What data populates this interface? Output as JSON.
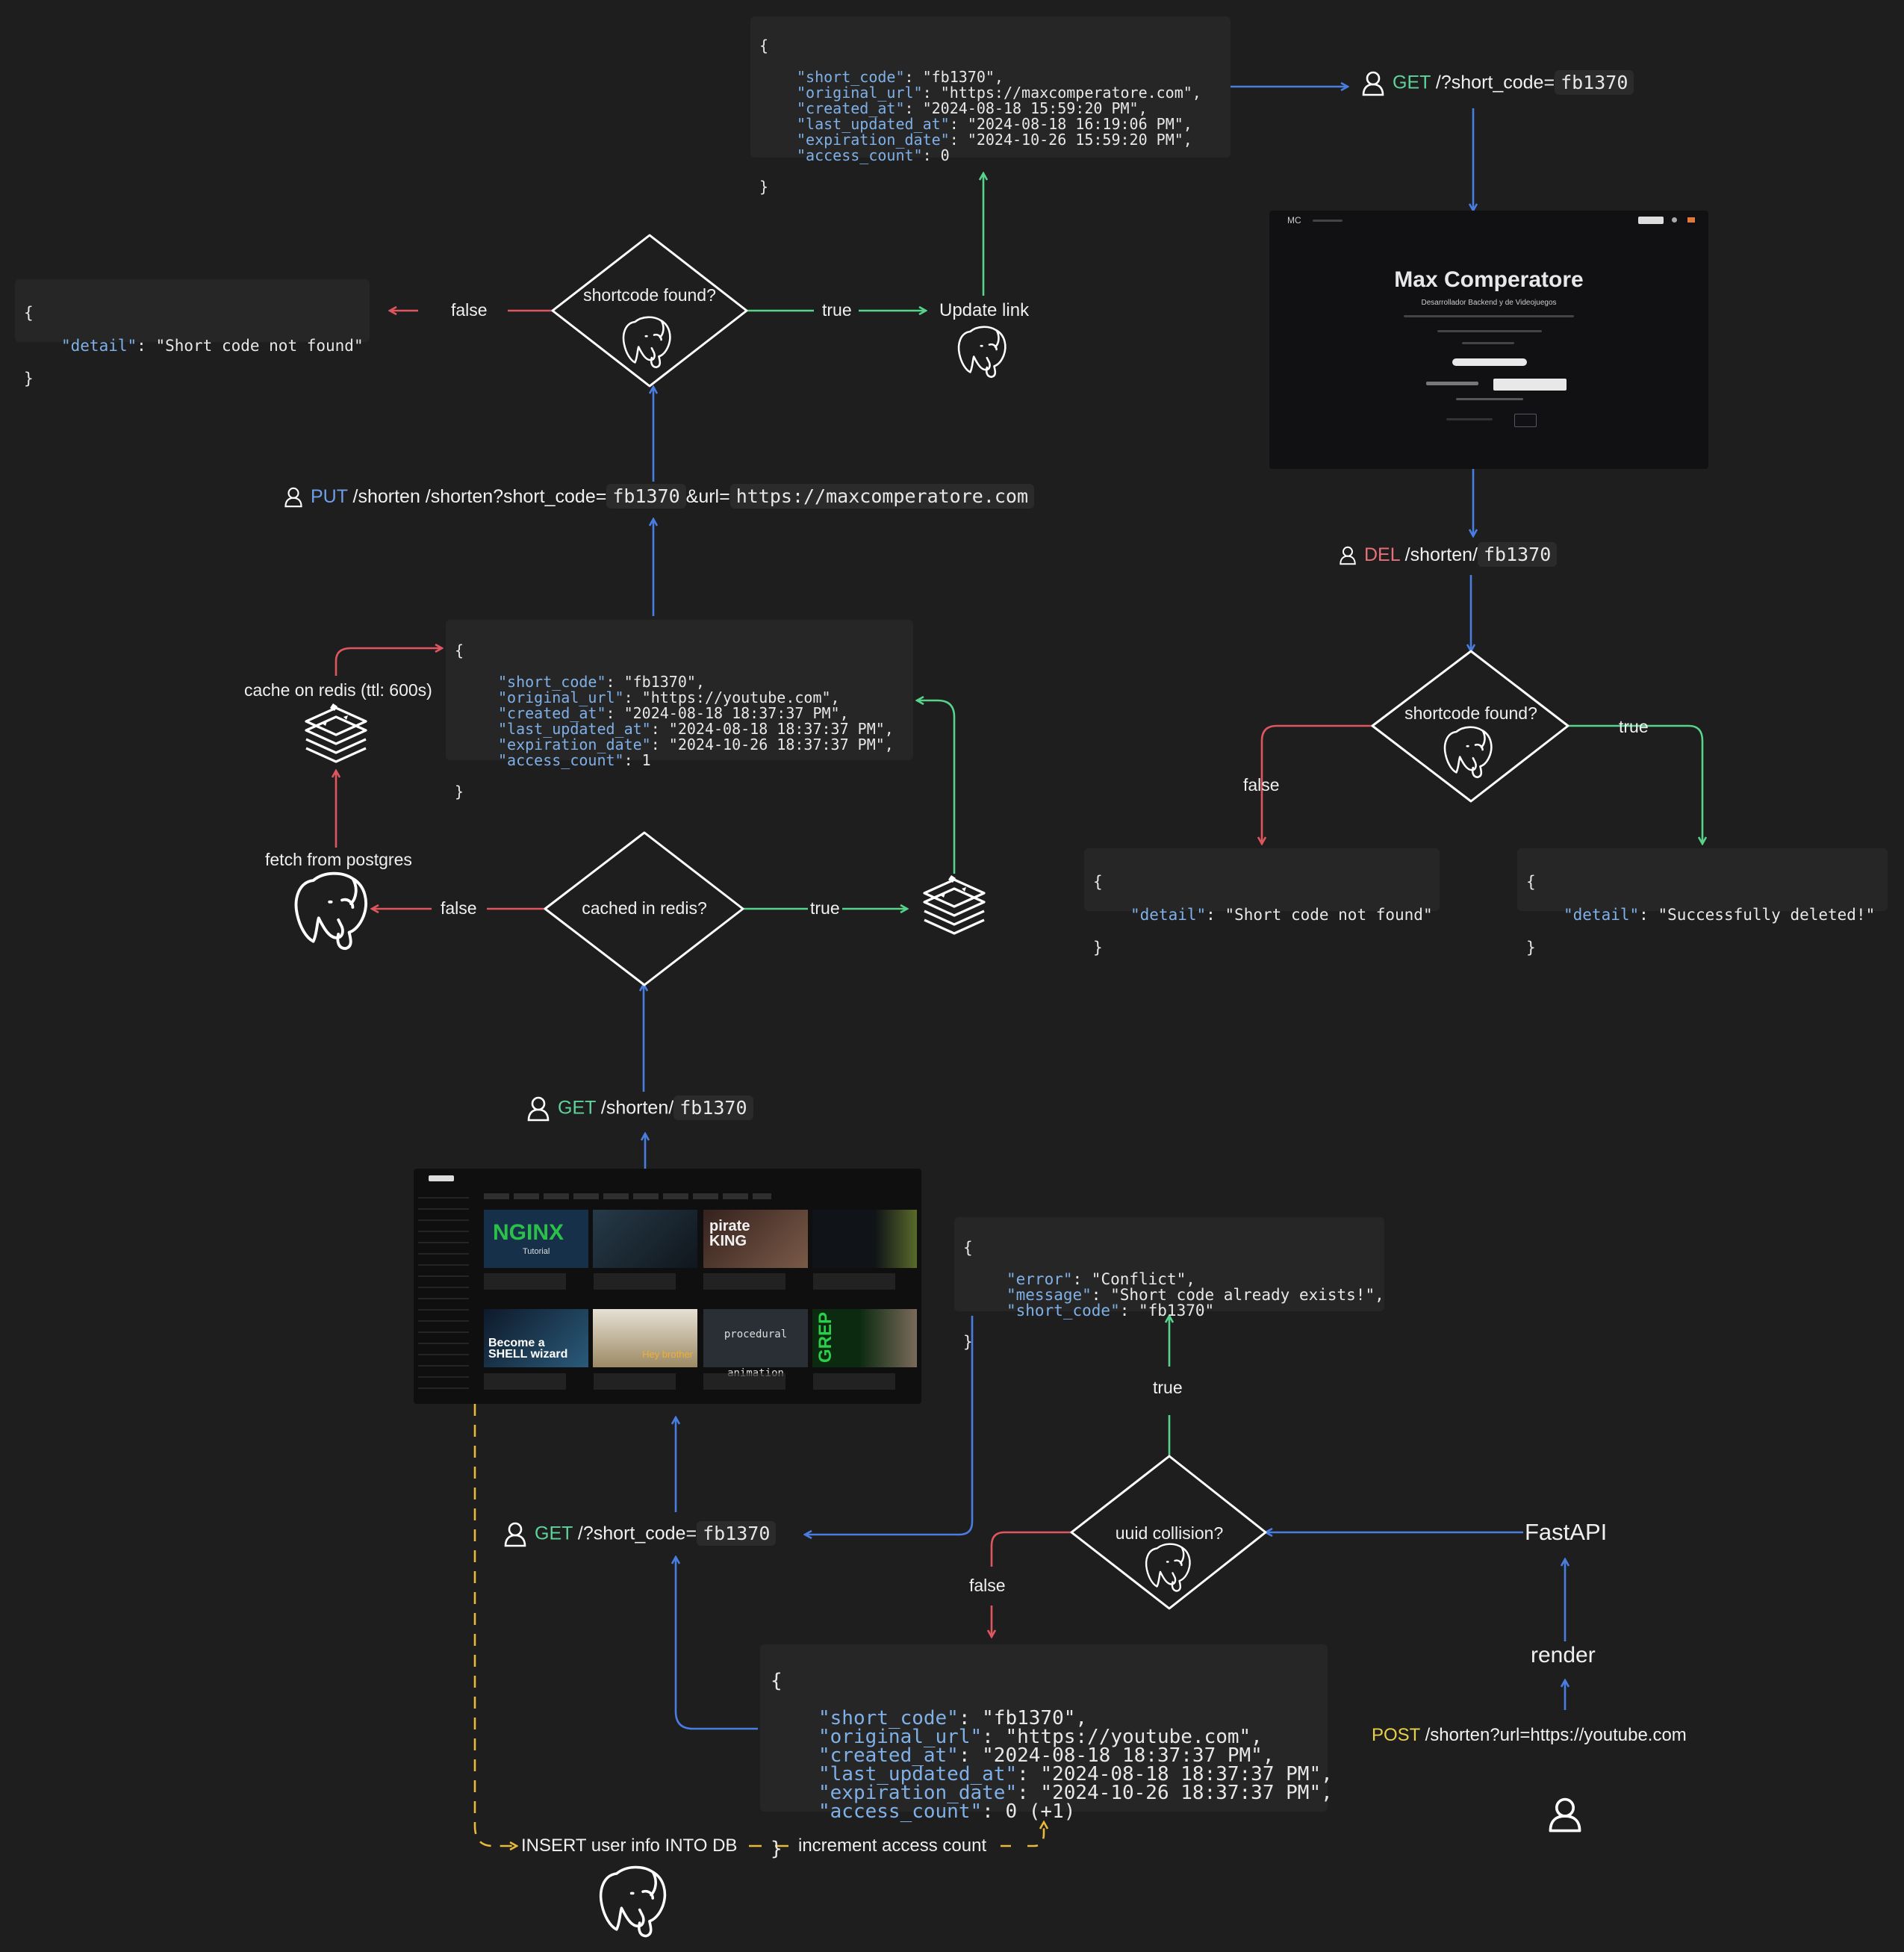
{
  "colors": {
    "background": "#1e1e1e",
    "blue": "#4a7de0",
    "green": "#57d38c",
    "red": "#e0565f",
    "yellow": "#e8b93a",
    "code_key": "#7fb0e8"
  },
  "icons": [
    "user-icon",
    "postgres-elephant-icon",
    "redis-stack-icon"
  ],
  "top_json": {
    "open": "{",
    "close": "}",
    "lines": [
      {
        "k": "\"short_code\"",
        "v": ": \"fb1370\","
      },
      {
        "k": "\"original_url\"",
        "v": ": \"https://maxcomperatore.com\","
      },
      {
        "k": "\"created_at\"",
        "v": ": \"2024-08-18 15:59:20 PM\","
      },
      {
        "k": "\"last_updated_at\"",
        "v": ": \"2024-08-18 16:19:06 PM\","
      },
      {
        "k": "\"expiration_date\"",
        "v": ": \"2024-10-26 15:59:20 PM\","
      },
      {
        "k": "\"access_count\"",
        "v": ": 0"
      }
    ]
  },
  "get_top": {
    "method": "GET",
    "path": "/?short_code=",
    "code": "fb1370"
  },
  "not_found_left": {
    "open": "{",
    "key": "\"detail\"",
    "value": ": \"Short code not found\"",
    "close": "}"
  },
  "put_decision": {
    "question": "shortcode found?",
    "false_label": "false",
    "true_label": "true",
    "update_label": "Update link"
  },
  "put_request": {
    "method": "PUT",
    "path": "/shorten /shorten?short_code=",
    "code": "fb1370",
    "mid": "&url=",
    "url": "https://maxcomperatore.com"
  },
  "mid_json": {
    "open": "{",
    "close": "}",
    "lines": [
      {
        "k": "\"short_code\"",
        "v": ": \"fb1370\","
      },
      {
        "k": "\"original_url\"",
        "v": ": \"https://youtube.com\","
      },
      {
        "k": "\"created_at\"",
        "v": ": \"2024-08-18 18:37:37 PM\","
      },
      {
        "k": "\"last_updated_at\"",
        "v": ": \"2024-08-18 18:37:37 PM\","
      },
      {
        "k": "\"expiration_date\"",
        "v": ": \"2024-10-26 18:37:37 PM\","
      },
      {
        "k": "\"access_count\"",
        "v": ": 1"
      }
    ]
  },
  "cache_label": "cache on redis (ttl: 600s)",
  "fetch_label": "fetch from postgres",
  "cache_decision": {
    "question": "cached in redis?",
    "false_label": "false",
    "true_label": "true"
  },
  "get_shorten": {
    "method": "GET",
    "path": "/shorten/",
    "code": "fb1370"
  },
  "site_screenshot": {
    "logo": "MC",
    "title": "Max Comperatore",
    "subtitle": "Desarrollador Backend y de Videojuegos"
  },
  "youtube_screenshot": {
    "thumb1_title": "NGINX",
    "thumb1_sub": "Tutorial",
    "thumb3_title": "pirate KING",
    "thumb5_title": "Become a SHELL wizard",
    "thumb6_title": "Hey brother",
    "thumb7_title": "procedural animation",
    "thumb8_title": "GREP"
  },
  "del_request": {
    "method": "DEL",
    "path": "/shorten/",
    "code": "fb1370"
  },
  "del_decision": {
    "question": "shortcode found?",
    "false_label": "false",
    "true_label": "true"
  },
  "del_not_found": {
    "open": "{",
    "key": "\"detail\"",
    "value": ": \"Short code not found\"",
    "close": "}"
  },
  "del_success": {
    "open": "{",
    "key": "\"detail\"",
    "value": ": \"Successfully deleted!\"",
    "close": "}"
  },
  "conflict_json": {
    "open": "{",
    "close": "}",
    "lines": [
      {
        "k": "\"error\"",
        "v": ": \"Conflict\","
      },
      {
        "k": "\"message\"",
        "v": ": \"Short code already exists!\","
      },
      {
        "k": "\"short_code\"",
        "v": ": \"fb1370\""
      }
    ]
  },
  "uuid_decision": {
    "question": "uuid collision?",
    "false_label": "false",
    "true_label": "true"
  },
  "get_bottom": {
    "method": "GET",
    "path": "/?short_code=",
    "code": "fb1370"
  },
  "fastapi_label": "FastAPI",
  "render_label": "render",
  "post_request": {
    "method": "POST",
    "path": "/shorten?url=https://youtube.com"
  },
  "bottom_json": {
    "open": "{",
    "close": "}",
    "lines": [
      {
        "k": "\"short_code\"",
        "v": ": \"fb1370\","
      },
      {
        "k": "\"original_url\"",
        "v": ": \"https://youtube.com\","
      },
      {
        "k": "\"created_at\"",
        "v": ": \"2024-08-18 18:37:37 PM\","
      },
      {
        "k": "\"last_updated_at\"",
        "v": ": \"2024-08-18 18:37:37 PM\","
      },
      {
        "k": "\"expiration_date\"",
        "v": ": \"2024-10-26 18:37:37 PM\","
      },
      {
        "k": "\"access_count\"",
        "v": ": 0 (+1)"
      }
    ]
  },
  "insert_label": "INSERT user info INTO DB",
  "increment_label": "increment access count"
}
